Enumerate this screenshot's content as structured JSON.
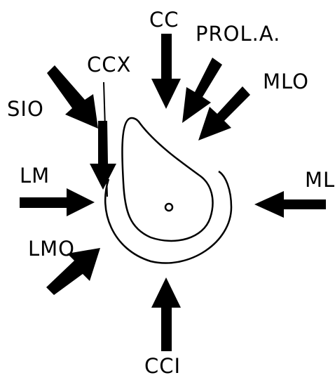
{
  "colors": {
    "ink": "#000000",
    "background": "#ffffff"
  },
  "projections": [
    {
      "id": "cc",
      "label": "CC"
    },
    {
      "id": "prola",
      "label": "PROL.A."
    },
    {
      "id": "mlo",
      "label": "MLO"
    },
    {
      "id": "ccx",
      "label": "CCX"
    },
    {
      "id": "sio",
      "label": "SIO"
    },
    {
      "id": "lm",
      "label": "LM"
    },
    {
      "id": "ml",
      "label": "ML"
    },
    {
      "id": "lmo",
      "label": "LMO"
    },
    {
      "id": "cci",
      "label": "CCI"
    }
  ]
}
